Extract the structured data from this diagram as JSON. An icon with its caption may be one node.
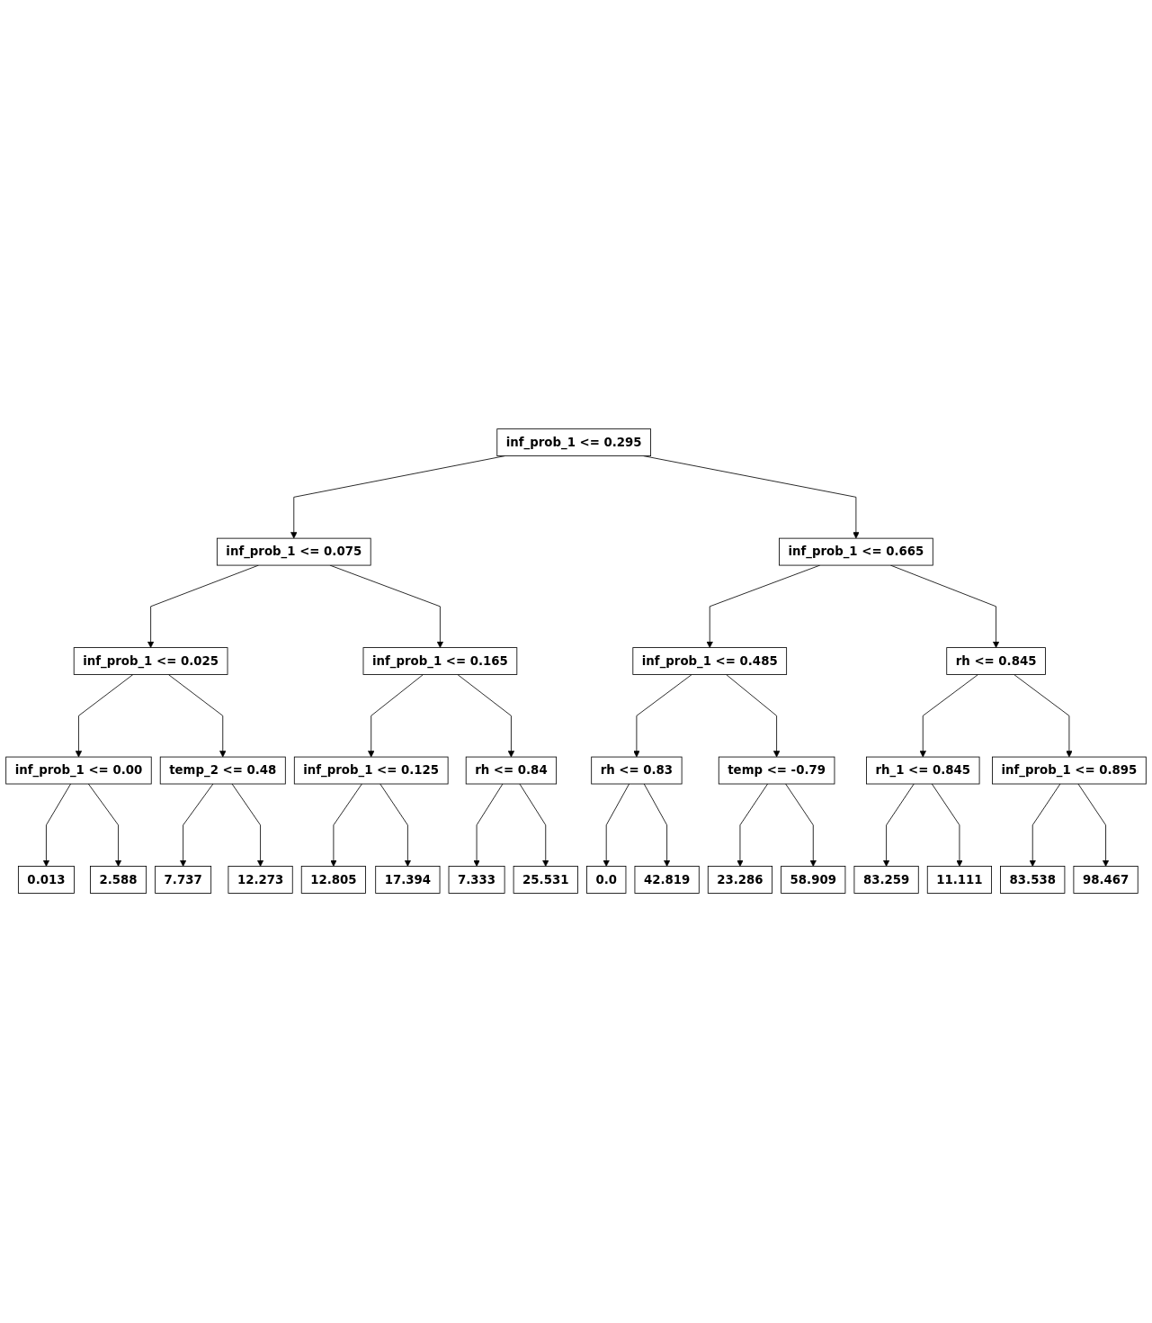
{
  "diagram": {
    "nodes": [
      {
        "text": [
          "inf_prob_1 <= 0.295"
        ]
      },
      {
        "text": [
          "inf_prob_1 <= 0.075"
        ]
      },
      {
        "text": [
          "inf_prob_1 <= 0.665"
        ]
      },
      {
        "text": [
          "inf_prob_1 <= 0.025"
        ]
      },
      {
        "text": [
          "inf_prob_1 <= 0.165"
        ]
      },
      {
        "text": [
          "inf_prob_1 <= 0.485"
        ]
      },
      {
        "text": [
          "rh <= 0.845"
        ]
      },
      {
        "text": [
          "inf_prob_1 <= 0.00"
        ]
      },
      {
        "text": [
          "temp_2 <= 0.48"
        ]
      },
      {
        "text": [
          "inf_prob_1 <= 0.125"
        ]
      },
      {
        "text": [
          "rh <= 0.84"
        ]
      },
      {
        "text": [
          "rh <= 0.83"
        ]
      },
      {
        "text": [
          "temp <= -0.79"
        ]
      },
      {
        "text": [
          "rh_1 <= 0.845"
        ]
      },
      {
        "text": [
          "inf_prob_1 <= 0.895"
        ]
      },
      {
        "text": [
          "0.013"
        ]
      },
      {
        "text": [
          "2.588"
        ]
      },
      {
        "text": [
          "7.737"
        ]
      },
      {
        "text": [
          "12.273"
        ]
      },
      {
        "text": [
          "12.805"
        ]
      },
      {
        "text": [
          "17.394"
        ]
      },
      {
        "text": [
          "7.333"
        ]
      },
      {
        "text": [
          "25.531"
        ]
      },
      {
        "text": [
          "0.0"
        ]
      },
      {
        "text": [
          "42.819"
        ]
      },
      {
        "text": [
          "23.286"
        ]
      },
      {
        "text": [
          "58.909"
        ]
      },
      {
        "text": [
          "83.259"
        ]
      },
      {
        "text": [
          "11.111"
        ]
      },
      {
        "text": [
          "83.538"
        ]
      },
      {
        "text": [
          "98.467"
        ]
      }
    ],
    "edges": [
      {
        "from": 0,
        "to": 1,
        "arrow": "to"
      },
      {
        "from": 0,
        "to": 2,
        "arrow": "to"
      },
      {
        "from": 1,
        "to": 3,
        "arrow": "to"
      },
      {
        "from": 1,
        "to": 4,
        "arrow": "to"
      },
      {
        "from": 2,
        "to": 5,
        "arrow": "to"
      },
      {
        "from": 2,
        "to": 6,
        "arrow": "to"
      },
      {
        "from": 3,
        "to": 7,
        "arrow": "to"
      },
      {
        "from": 3,
        "to": 8,
        "arrow": "to"
      },
      {
        "from": 4,
        "to": 9,
        "arrow": "to"
      },
      {
        "from": 4,
        "to": 10,
        "arrow": "to"
      },
      {
        "from": 5,
        "to": 11,
        "arrow": "to"
      },
      {
        "from": 5,
        "to": 12,
        "arrow": "to"
      },
      {
        "from": 6,
        "to": 13,
        "arrow": "to"
      },
      {
        "from": 6,
        "to": 14,
        "arrow": "to"
      },
      {
        "from": 7,
        "to": 15,
        "arrow": "to"
      },
      {
        "from": 7,
        "to": 16,
        "arrow": "to"
      },
      {
        "from": 8,
        "to": 17,
        "arrow": "to"
      },
      {
        "from": 8,
        "to": 18,
        "arrow": "to"
      },
      {
        "from": 9,
        "to": 19,
        "arrow": "to"
      },
      {
        "from": 9,
        "to": 20,
        "arrow": "to"
      },
      {
        "from": 10,
        "to": 21,
        "arrow": "to"
      },
      {
        "from": 10,
        "to": 22,
        "arrow": "to"
      },
      {
        "from": 11,
        "to": 23,
        "arrow": "to"
      },
      {
        "from": 11,
        "to": 24,
        "arrow": "to"
      },
      {
        "from": 12,
        "to": 25,
        "arrow": "to"
      },
      {
        "from": 12,
        "to": 26,
        "arrow": "to"
      },
      {
        "from": 13,
        "to": 27,
        "arrow": "to"
      },
      {
        "from": 13,
        "to": 28,
        "arrow": "to"
      },
      {
        "from": 14,
        "to": 29,
        "arrow": "to"
      },
      {
        "from": 14,
        "to": 30,
        "arrow": "to"
      }
    ]
  }
}
